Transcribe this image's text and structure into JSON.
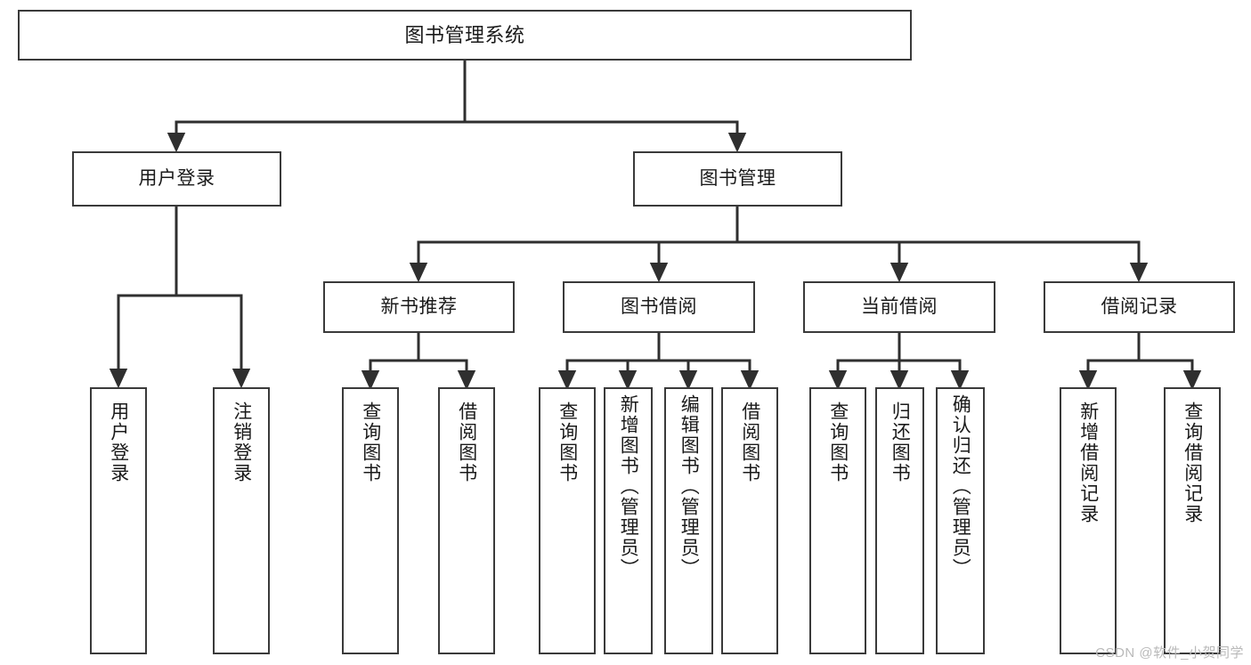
{
  "diagram": {
    "type": "tree-hierarchy",
    "title": "图书管理系统",
    "colors": {
      "box_border": "#3a3a3a",
      "box_fill": "#ffffff",
      "connector": "#2f2f2f",
      "text": "#1a1a1a",
      "watermark": "#b9b9b9",
      "background": "#ffffff"
    },
    "watermark": "CSDN @软件_小贺同学",
    "nodes": {
      "root": {
        "label": "图书管理系统"
      },
      "level2": [
        {
          "id": "user-login",
          "label": "用户登录"
        },
        {
          "id": "book-management",
          "label": "图书管理"
        }
      ],
      "level3": [
        {
          "id": "new-book-recommend",
          "label": "新书推荐"
        },
        {
          "id": "book-borrow",
          "label": "图书借阅"
        },
        {
          "id": "current-borrow",
          "label": "当前借阅"
        },
        {
          "id": "borrow-record",
          "label": "借阅记录"
        }
      ],
      "leaves": {
        "user-login": [
          {
            "id": "leaf-user-login",
            "label": "用户登录"
          },
          {
            "id": "leaf-logout-login",
            "label": "注销登录"
          }
        ],
        "new-book-recommend": [
          {
            "id": "leaf-query-book-1",
            "label": "查询图书"
          },
          {
            "id": "leaf-borrow-book-1",
            "label": "借阅图书"
          }
        ],
        "book-borrow": [
          {
            "id": "leaf-query-book-2",
            "label": "查询图书"
          },
          {
            "id": "leaf-add-book",
            "label": "新增图书（管理员）"
          },
          {
            "id": "leaf-edit-book",
            "label": "编辑图书（管理员）"
          },
          {
            "id": "leaf-borrow-book-2",
            "label": "借阅图书"
          }
        ],
        "current-borrow": [
          {
            "id": "leaf-query-book-3",
            "label": "查询图书"
          },
          {
            "id": "leaf-return-book",
            "label": "归还图书"
          },
          {
            "id": "leaf-confirm-return",
            "label": "确认归还（管理员）"
          }
        ],
        "borrow-record": [
          {
            "id": "leaf-add-borrow-record",
            "label": "新增借阅记录"
          },
          {
            "id": "leaf-query-borrow-record",
            "label": "查询借阅记录"
          }
        ]
      }
    }
  }
}
